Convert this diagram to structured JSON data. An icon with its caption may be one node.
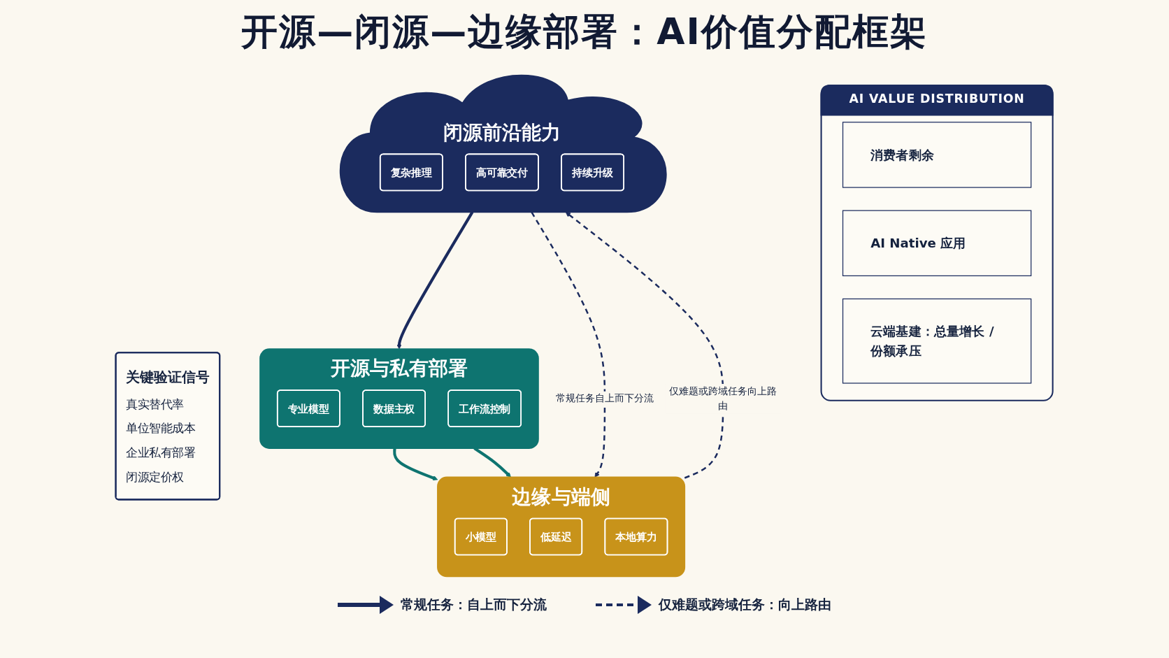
{
  "diagram": {
    "title": "开源—闭源—边缘部署：AI价值分配框架",
    "nodes": [
      {
        "text": [
          "闭源前沿能力"
        ]
      },
      {
        "text": [
          "复杂推理"
        ],
        "in": 0
      },
      {
        "text": [
          "高可靠交付"
        ],
        "in": 0
      },
      {
        "text": [
          "持续升级"
        ],
        "in": 0
      },
      {
        "text": [
          "开源与私有部署"
        ]
      },
      {
        "text": [
          "专业模型"
        ],
        "in": 4
      },
      {
        "text": [
          "数据主权"
        ],
        "in": 4
      },
      {
        "text": [
          "工作流控制"
        ],
        "in": 4
      },
      {
        "text": [
          "边缘与端侧"
        ]
      },
      {
        "text": [
          "小模型"
        ],
        "in": 8
      },
      {
        "text": [
          "低延迟"
        ],
        "in": 8
      },
      {
        "text": [
          "本地算力"
        ],
        "in": 8
      },
      {
        "text": [
          "关键验证信号",
          "真实替代率",
          "单位智能成本",
          "企业私有部署",
          "闭源定价权"
        ]
      },
      {
        "text": [
          "AI VALUE DISTRIBUTION"
        ]
      },
      {
        "text": [
          "消费者剩余"
        ],
        "in": 13
      },
      {
        "text": [
          "AI Native 应用"
        ],
        "in": 13
      },
      {
        "text": [
          "云端基建：总量增长 / 份额承压"
        ],
        "in": 13
      }
    ],
    "edges": [
      {
        "from": 0,
        "to": 4,
        "arrow": "to"
      },
      {
        "from": 4,
        "to": 8,
        "arrow": "to",
        "color": "#0e7470"
      },
      {
        "from": 4,
        "to": 8,
        "arrow": "to",
        "color": "#0e7470"
      },
      {
        "from": 0,
        "to": 8,
        "arrow": "to",
        "style": "dashed",
        "label": "常规任务自上而下分流"
      },
      {
        "from": 8,
        "to": 0,
        "arrow": "to",
        "style": "dashed",
        "label": "仅难题或跨域任务向上路由"
      }
    ],
    "legend": [
      {
        "text": "常规任务：自上而下分流"
      },
      {
        "text": "仅难题或跨域任务：向上路由"
      }
    ]
  }
}
